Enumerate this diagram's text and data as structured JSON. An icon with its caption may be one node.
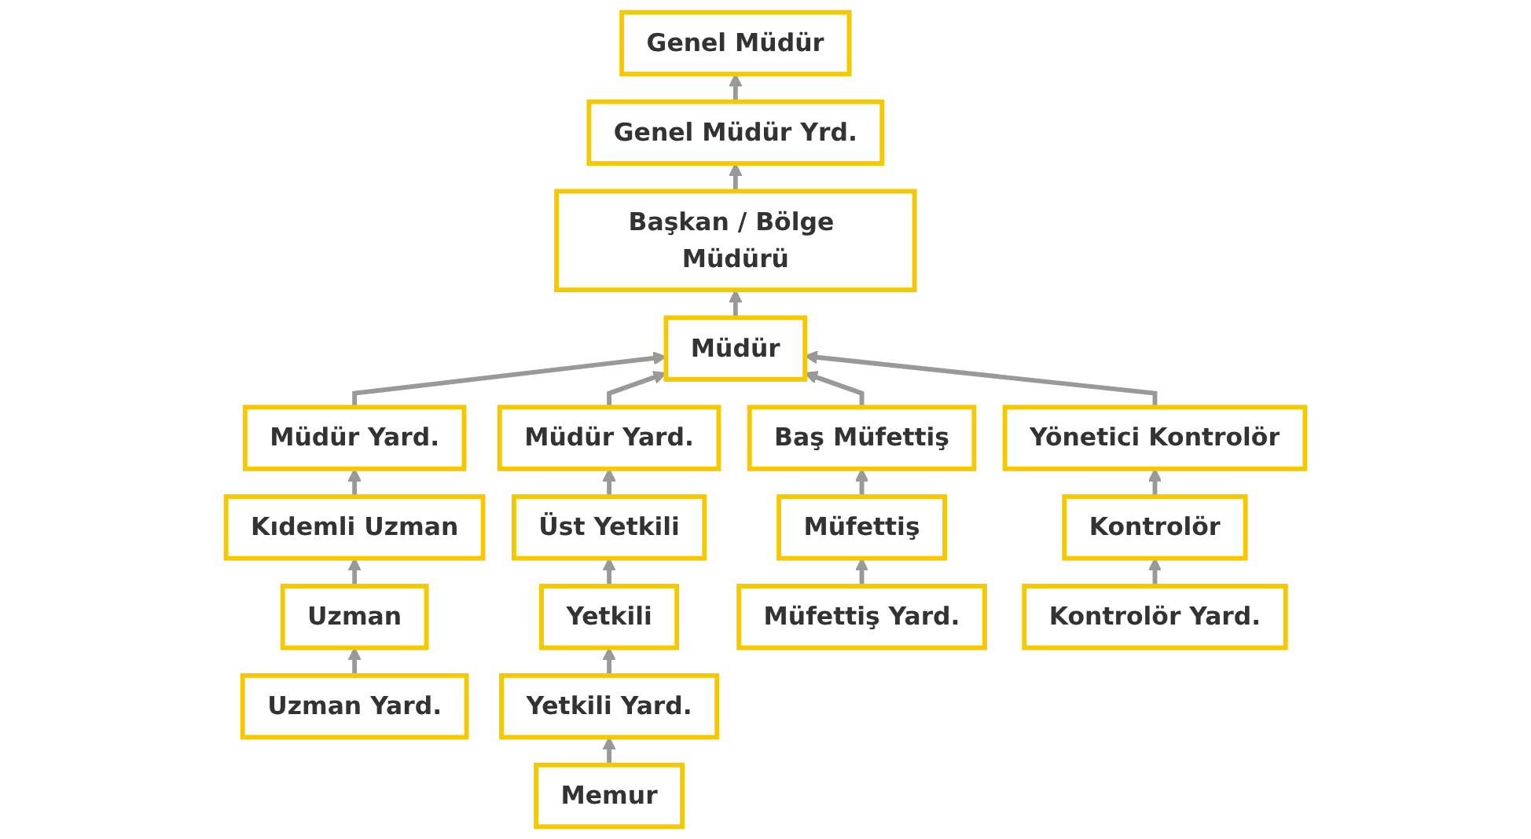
{
  "diagram": {
    "nodes": [
      {
        "text": [
          "Genel Müdür"
        ]
      },
      {
        "text": [
          "Genel Müdür Yrd."
        ]
      },
      {
        "text": [
          "Başkan / Bölge Müdürü"
        ]
      },
      {
        "text": [
          "Müdür"
        ]
      },
      {
        "text": [
          "Müdür Yard."
        ]
      },
      {
        "text": [
          "Kıdemli Uzman"
        ]
      },
      {
        "text": [
          "Uzman"
        ]
      },
      {
        "text": [
          "Uzman Yard."
        ]
      },
      {
        "text": [
          "Müdür Yard."
        ]
      },
      {
        "text": [
          "Üst Yetkili"
        ]
      },
      {
        "text": [
          "Yetkili"
        ]
      },
      {
        "text": [
          "Yetkili Yard."
        ]
      },
      {
        "text": [
          "Memur"
        ]
      },
      {
        "text": [
          "Baş Müfettiş"
        ]
      },
      {
        "text": [
          "Müfettiş"
        ]
      },
      {
        "text": [
          "Müfettiş Yard."
        ]
      },
      {
        "text": [
          "Yönetici Kontrolör"
        ]
      },
      {
        "text": [
          "Kontrolör"
        ]
      },
      {
        "text": [
          "Kontrolör Yard."
        ]
      }
    ],
    "edges": [
      {
        "from": 1,
        "to": 0,
        "arrow": "to"
      },
      {
        "from": 2,
        "to": 1,
        "arrow": "to"
      },
      {
        "from": 3,
        "to": 2,
        "arrow": "to"
      },
      {
        "from": 4,
        "to": 3,
        "arrow": "to"
      },
      {
        "from": 5,
        "to": 4,
        "arrow": "to"
      },
      {
        "from": 6,
        "to": 5,
        "arrow": "to"
      },
      {
        "from": 7,
        "to": 6,
        "arrow": "to"
      },
      {
        "from": 8,
        "to": 3,
        "arrow": "to"
      },
      {
        "from": 9,
        "to": 8,
        "arrow": "to"
      },
      {
        "from": 10,
        "to": 9,
        "arrow": "to"
      },
      {
        "from": 11,
        "to": 10,
        "arrow": "to"
      },
      {
        "from": 12,
        "to": 11,
        "arrow": "to"
      },
      {
        "from": 13,
        "to": 3,
        "arrow": "to"
      },
      {
        "from": 14,
        "to": 13,
        "arrow": "to"
      },
      {
        "from": 15,
        "to": 14,
        "arrow": "to"
      },
      {
        "from": 16,
        "to": 3,
        "arrow": "to"
      },
      {
        "from": 17,
        "to": 16,
        "arrow": "to"
      },
      {
        "from": 18,
        "to": 17,
        "arrow": "to"
      }
    ]
  }
}
